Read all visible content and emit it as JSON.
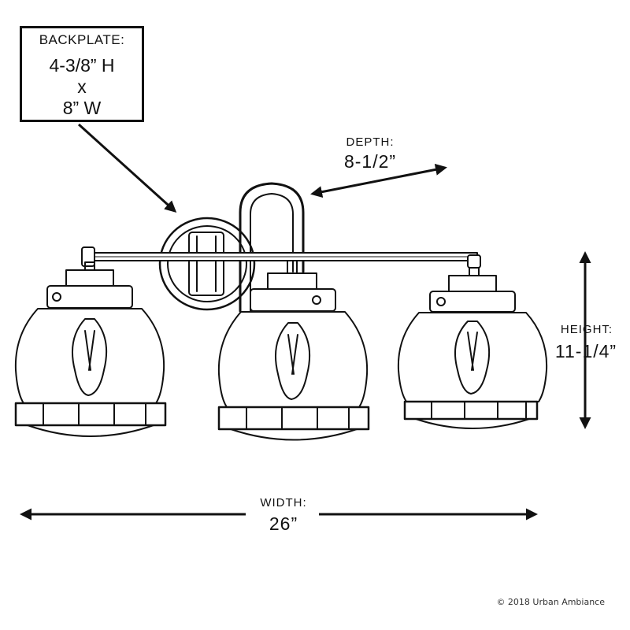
{
  "backplate": {
    "label": "BACKPLATE:",
    "height": "4-3/8” H",
    "separator": "x",
    "width": "8” W"
  },
  "depth": {
    "label": "DEPTH:",
    "value": "8-1/2”"
  },
  "height": {
    "label": "HEIGHT:",
    "value": "11-1/4”"
  },
  "width": {
    "label": "WIDTH:",
    "value": "26”"
  },
  "copyright": "© 2018 Urban Ambiance",
  "colors": {
    "line": "#111111",
    "background": "#ffffff"
  },
  "icons": [
    "vanity-light-fixture-illustration",
    "arrow-icon"
  ]
}
